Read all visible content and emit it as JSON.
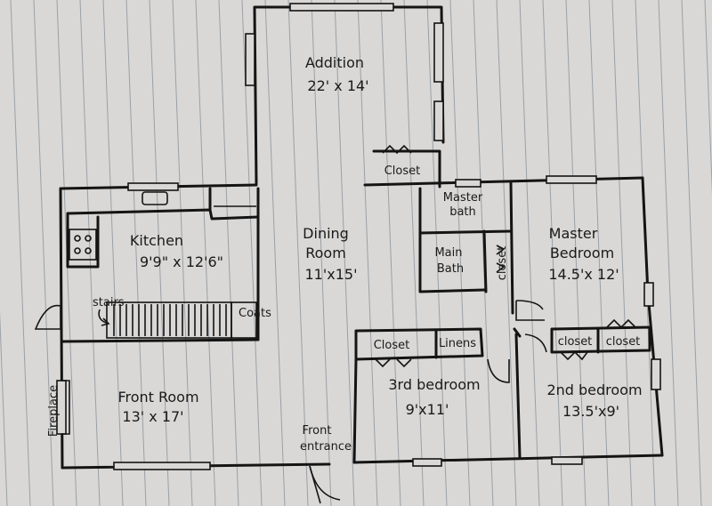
{
  "rooms": {
    "addition": {
      "name": "Addition",
      "size": "22' x 14'"
    },
    "kitchen": {
      "name": "Kitchen",
      "size": "9'9\" x 12'6\""
    },
    "dining": {
      "name_line1": "Dining",
      "name_line2": "Room",
      "size": "11'x15'"
    },
    "master_bath": {
      "line1": "Master",
      "line2": "bath"
    },
    "main_bath": {
      "line1": "Main",
      "line2": "Bath"
    },
    "master_bedroom": {
      "line1": "Master",
      "line2": "Bedroom",
      "size": "14.5'x 12'"
    },
    "front_room": {
      "name": "Front Room",
      "size": "13' x 17'"
    },
    "third_bedroom": {
      "name": "3rd bedroom",
      "size": "9'x11'"
    },
    "second_bedroom": {
      "name": "2nd bedroom",
      "size": "13.5'x9'"
    }
  },
  "labels": {
    "addition_closet": "Closet",
    "master_closet": "closet",
    "hall_closet": "Closet",
    "linens": "Linens",
    "bedroom2_closet_a": "closet",
    "bedroom2_closet_b": "closet",
    "coats": "Coats",
    "stairs": "stairs",
    "fireplace": "Fireplace",
    "front_entrance_line1": "Front",
    "front_entrance_line2": "entrance"
  }
}
